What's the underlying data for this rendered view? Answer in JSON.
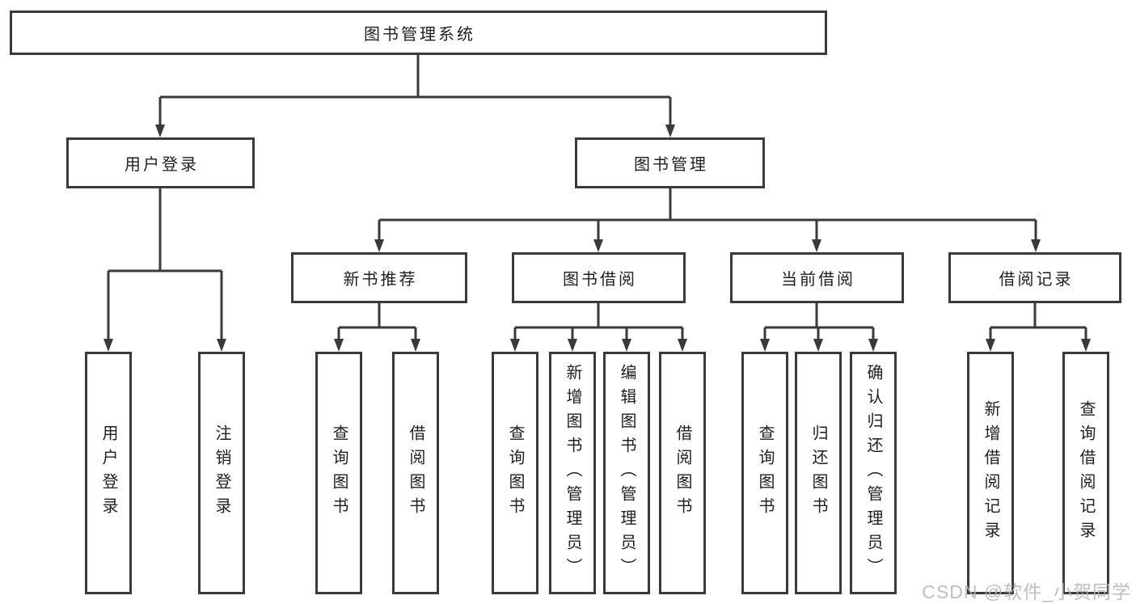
{
  "title": "图书管理系统",
  "watermark": {
    "text": "CSDN @软件_小贺同学"
  },
  "colors": {
    "line": "#3a3a3a",
    "border": "#3a3a3a",
    "text": "#1f1f1f",
    "background": "#ffffff",
    "watermark": "#b4b4b4"
  },
  "tree": {
    "label": "图书管理系统",
    "children": [
      {
        "label": "用户登录",
        "children": [
          {
            "label": "用户登录"
          },
          {
            "label": "注销登录"
          }
        ]
      },
      {
        "label": "图书管理",
        "children": [
          {
            "label": "新书推荐",
            "children": [
              {
                "label": "查询图书"
              },
              {
                "label": "借阅图书"
              }
            ]
          },
          {
            "label": "图书借阅",
            "children": [
              {
                "label": "查询图书"
              },
              {
                "label": "新增图书（管理员）"
              },
              {
                "label": "编辑图书（管理员）"
              },
              {
                "label": "借阅图书"
              }
            ]
          },
          {
            "label": "当前借阅",
            "children": [
              {
                "label": "查询图书"
              },
              {
                "label": "归还图书"
              },
              {
                "label": "确认归还（管理员）"
              }
            ]
          },
          {
            "label": "借阅记录",
            "children": [
              {
                "label": "新增借阅记录"
              },
              {
                "label": "查询借阅记录"
              }
            ]
          }
        ]
      }
    ]
  }
}
